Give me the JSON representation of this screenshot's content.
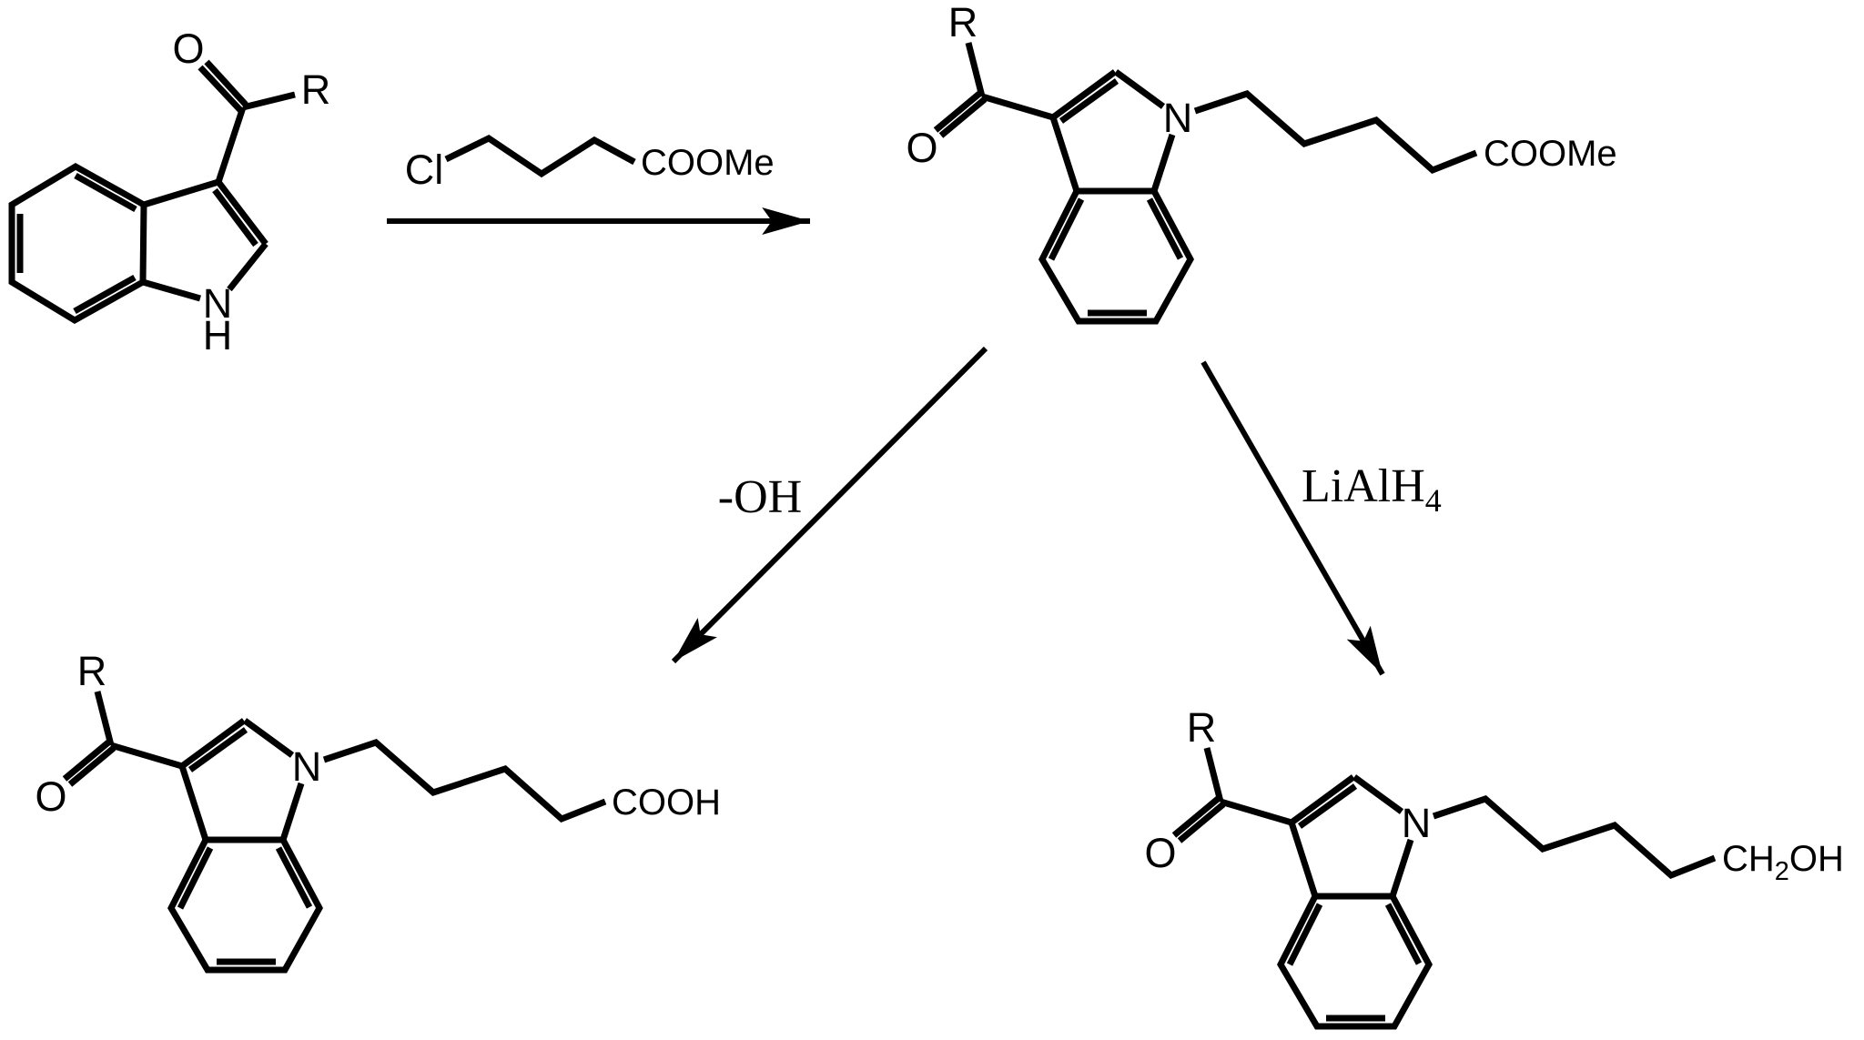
{
  "scheme_colors": {
    "ink": "#000000",
    "background": "#ffffff"
  },
  "structures": {
    "start_material": {
      "oxygen": "O",
      "r_group": "R",
      "nitrogen": "N",
      "nh_hydrogen": "H"
    },
    "ester_product": {
      "r_group": "R",
      "oxygen": "O",
      "nitrogen": "N",
      "end_group": "COOMe"
    },
    "acid_product": {
      "r_group": "R",
      "oxygen": "O",
      "nitrogen": "N",
      "end_group": "COOH"
    },
    "alcohol_product": {
      "r_group": "R",
      "oxygen": "O",
      "nitrogen": "N",
      "end_group_main": "CH",
      "end_group_sub": "2",
      "end_group_tail": "OH"
    }
  },
  "reagents": {
    "alkylating_agent": {
      "halogen": "Cl",
      "ester_group": "COOMe"
    },
    "hydrolysis_label": "-OH",
    "reduction_label_main": "LiAlH",
    "reduction_label_sub": "4"
  }
}
